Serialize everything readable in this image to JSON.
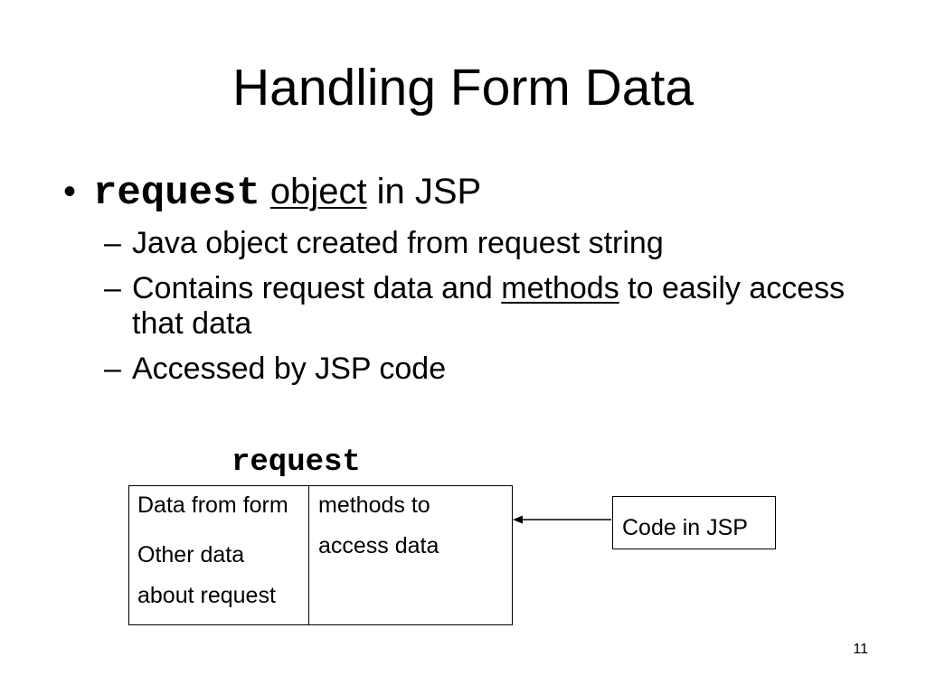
{
  "slide": {
    "title": "Handling Form Data",
    "bullet": {
      "marker": "•",
      "code_word": "request",
      "underlined_word": "object",
      "rest": "in JSP"
    },
    "sub_bullets": [
      {
        "marker": "–",
        "text": "Java object created from request string"
      },
      {
        "marker": "–",
        "pre": "Contains request data and ",
        "underlined": "methods",
        "post": " to easily access that data"
      },
      {
        "marker": "–",
        "text": "Accessed by JSP code"
      }
    ],
    "diagram": {
      "object_label": "request",
      "left_column": [
        "Data from form",
        "Other data about request"
      ],
      "right_column": [
        "methods to access data"
      ],
      "code_box": "Code in JSP"
    },
    "page_number": "11"
  }
}
